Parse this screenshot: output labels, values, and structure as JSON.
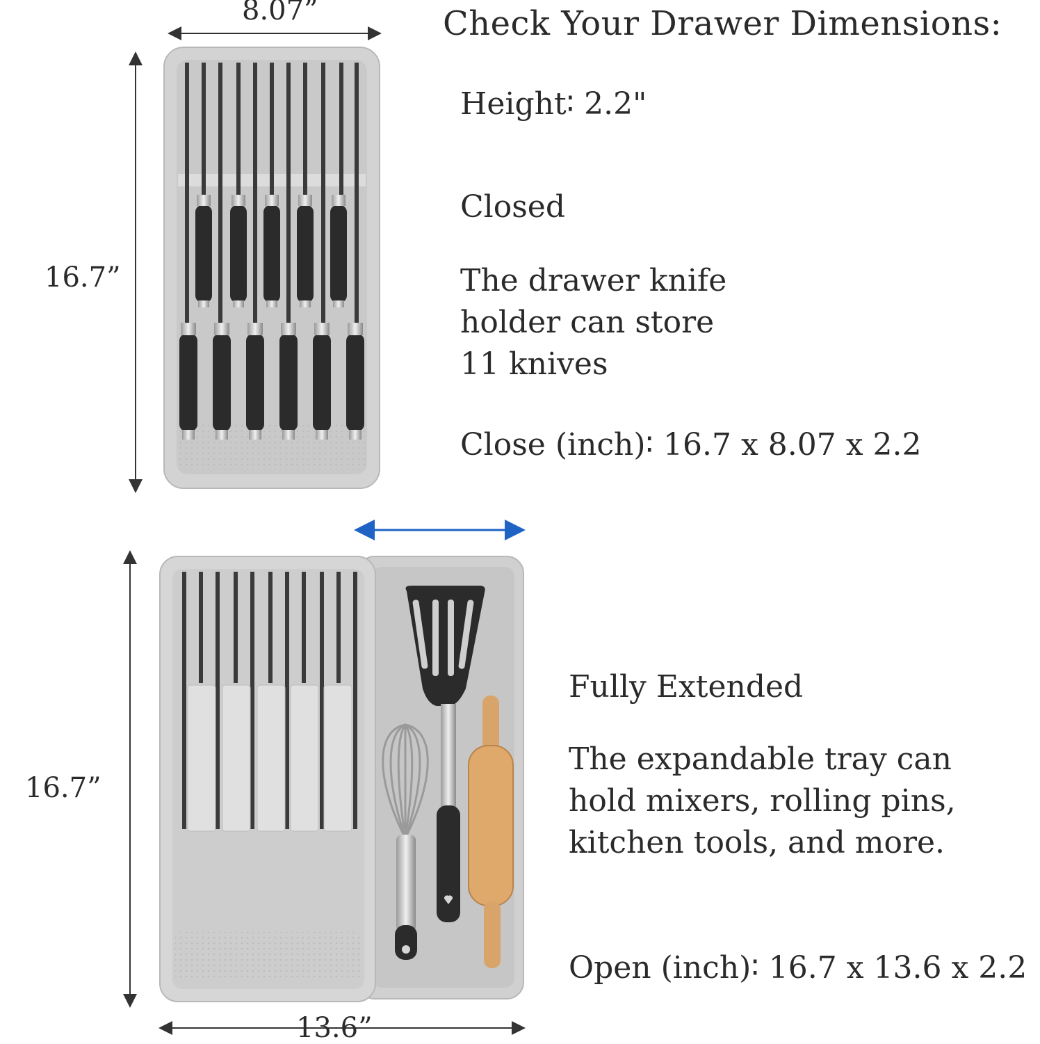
{
  "heading": "Check Your Drawer Dimensions:",
  "closed": {
    "height_line": "Height∶ 2.2\"",
    "state_label": "Closed",
    "description": [
      "The drawer knife",
      "holder can store",
      "11 knives"
    ],
    "size_line": "Close (inch)∶ 16.7 x 8.07 x 2.2"
  },
  "extended": {
    "state_label": "Fully Extended",
    "description": [
      "The expandable tray can",
      "hold mixers, rolling pins,",
      "kitchen tools, and more."
    ],
    "size_line": "Open (inch)∶ 16.7 x 13.6 x 2.2"
  },
  "dimensions": {
    "top_width": "8.07”",
    "top_height": "16.7”",
    "bottom_height": "16.7”",
    "bottom_width": "13.6”"
  },
  "colors": {
    "tray": "#d3d3d3",
    "tray_edge": "#b8b8b8",
    "handle": "#2b2b2b",
    "arrow": "#1f63c4",
    "wood": "#d9a46a"
  }
}
